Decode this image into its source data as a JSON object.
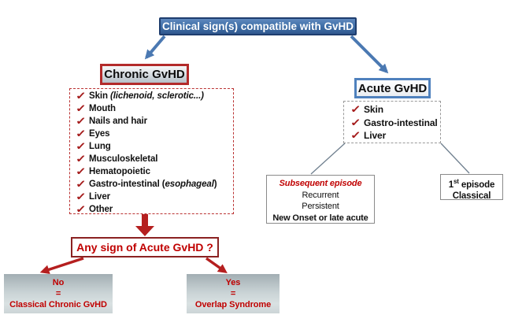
{
  "colors": {
    "blue_fill": "#4171aa",
    "blue_border": "#1e3d6e",
    "blue_arrow": "#4b79b2",
    "red": "#c00000",
    "red_border": "#b32a2a",
    "dark_red_border": "#8b2222",
    "check_red": "#a51c1c",
    "gray_border": "#8a8a8a",
    "connector_gray": "#70808f",
    "steel_top": "#a2aeb3",
    "steel_bottom": "#ccd5d7"
  },
  "icons": {
    "check": "✓"
  },
  "top_box": {
    "label": "Clinical sign(s) compatible with GvHD"
  },
  "chronic": {
    "title": "Chronic GvHD",
    "items": [
      {
        "segments": [
          {
            "t": "Skin "
          },
          {
            "t": "(lichenoid, sclerotic...)",
            "i": true
          }
        ]
      },
      {
        "segments": [
          {
            "t": "Mouth"
          }
        ]
      },
      {
        "segments": [
          {
            "t": "Nails and hair"
          }
        ]
      },
      {
        "segments": [
          {
            "t": "Eyes"
          }
        ]
      },
      {
        "segments": [
          {
            "t": "Lung"
          }
        ]
      },
      {
        "segments": [
          {
            "t": "Musculoskeletal"
          }
        ]
      },
      {
        "segments": [
          {
            "t": "Hematopoietic"
          }
        ]
      },
      {
        "segments": [
          {
            "t": "Gastro-intestinal ("
          },
          {
            "t": "esophageal",
            "i": true
          },
          {
            "t": ")"
          }
        ]
      },
      {
        "segments": [
          {
            "t": "Liver"
          }
        ]
      },
      {
        "segments": [
          {
            "t": "Other"
          }
        ]
      }
    ]
  },
  "acute": {
    "title": "Acute GvHD",
    "items": [
      {
        "segments": [
          {
            "t": "Skin"
          }
        ]
      },
      {
        "segments": [
          {
            "t": "Gastro-intestinal"
          }
        ]
      },
      {
        "segments": [
          {
            "t": "Liver"
          }
        ]
      }
    ]
  },
  "question_box": {
    "label": "Any sign of Acute GvHD ?"
  },
  "outcome_no": {
    "lines": [
      "No",
      "=",
      "Classical Chronic GvHD"
    ]
  },
  "outcome_yes": {
    "lines": [
      "Yes",
      "=",
      "Overlap Syndrome"
    ]
  },
  "subsequent_box": {
    "lines": [
      {
        "segments": [
          {
            "t": "Subsequent episode",
            "i": true,
            "b": true,
            "red": true
          }
        ]
      },
      {
        "segments": [
          {
            "t": "Recurrent"
          }
        ]
      },
      {
        "segments": [
          {
            "t": "Persistent"
          }
        ]
      },
      {
        "segments": [
          {
            "t": "New Onset or late acute",
            "b": true
          }
        ]
      }
    ]
  },
  "first_episode_box": {
    "lines": [
      {
        "segments": [
          {
            "t": "1"
          },
          {
            "t": "st",
            "sup": true
          },
          {
            "t": " episode"
          }
        ]
      },
      {
        "segments": [
          {
            "t": "Classical"
          }
        ]
      }
    ]
  }
}
